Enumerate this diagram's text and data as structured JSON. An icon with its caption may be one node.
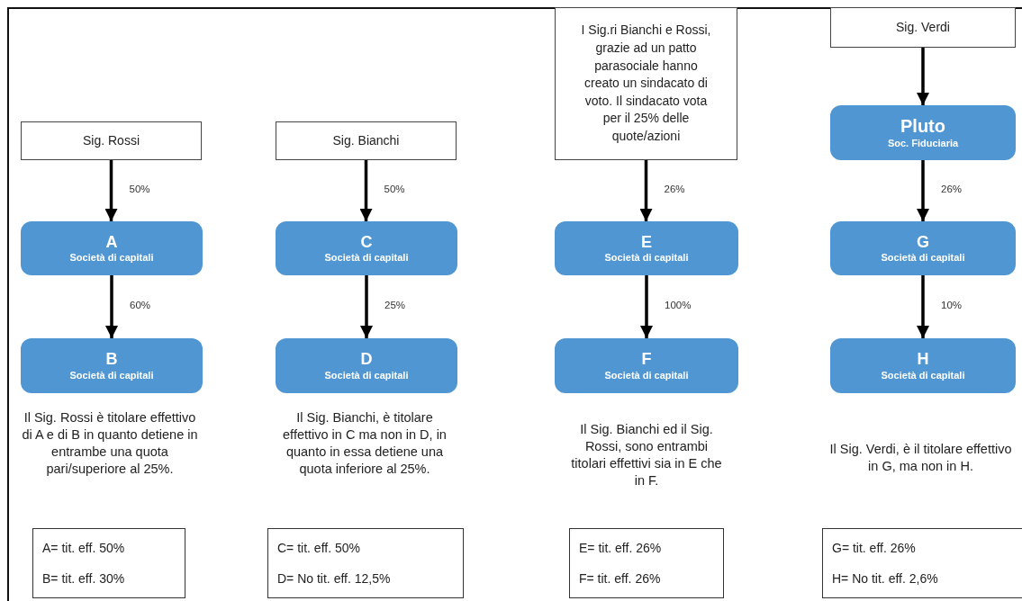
{
  "diagram": {
    "nodes": [
      {
        "text": [
          "Sig. Rossi"
        ]
      },
      {
        "text": [
          "A",
          "Società di capitali"
        ]
      },
      {
        "text": [
          "B",
          "Società di capitali"
        ]
      },
      {
        "text": [
          "Sig. Bianchi"
        ]
      },
      {
        "text": [
          "C",
          "Società di capitali"
        ]
      },
      {
        "text": [
          "D",
          "Società di capitali"
        ]
      },
      {
        "text": [
          "I Sig.ri Bianchi e Rossi, grazie ad un patto parasociale hanno creato un sindacato di voto. Il sindacato vota per il 25% delle quote/azioni"
        ]
      },
      {
        "text": [
          "E",
          "Società di capitali"
        ]
      },
      {
        "text": [
          "F",
          "Società di capitali"
        ]
      },
      {
        "text": [
          "Sig. Verdi"
        ]
      },
      {
        "text": [
          "Pluto",
          "Soc. Fiduciaria"
        ]
      },
      {
        "text": [
          "G",
          "Società di capitali"
        ]
      },
      {
        "text": [
          "H",
          "Società di capitali"
        ]
      },
      {
        "text": [
          "A= tit. eff. 50%",
          "B= tit. eff. 30%"
        ]
      },
      {
        "text": [
          "C= tit. eff. 50%",
          "D= No tit. eff. 12,5%"
        ]
      },
      {
        "text": [
          "E= tit. eff. 26%",
          "F= tit. eff. 26%"
        ]
      },
      {
        "text": [
          "G= tit. eff. 26%",
          "H= No tit. eff. 2,6%"
        ]
      }
    ],
    "edges": [
      {
        "from": 0,
        "to": 1,
        "arrow": "to",
        "label": "50%"
      },
      {
        "from": 1,
        "to": 2,
        "arrow": "to",
        "label": "60%"
      },
      {
        "from": 3,
        "to": 4,
        "arrow": "to",
        "label": "50%"
      },
      {
        "from": 4,
        "to": 5,
        "arrow": "to",
        "label": "25%"
      },
      {
        "from": 6,
        "to": 7,
        "arrow": "to",
        "label": "26%"
      },
      {
        "from": 7,
        "to": 8,
        "arrow": "to",
        "label": "100%"
      },
      {
        "from": 9,
        "to": 10,
        "arrow": "to"
      },
      {
        "from": 10,
        "to": 11,
        "arrow": "to",
        "label": "26%"
      },
      {
        "from": 11,
        "to": 12,
        "arrow": "to",
        "label": "10%"
      }
    ],
    "labels": [
      "Il Sig. Rossi è titolare effettivo di A e di B in quanto detiene in entrambe una quota pari/superiore al 25%.",
      "Il Sig. Bianchi, è titolare effettivo in C ma non in D, in quanto in essa detiene una quota inferiore al 25%.",
      "Il Sig. Bianchi ed il Sig. Rossi, sono entrambi titolari effettivi sia in E che in F.",
      "Il Sig. Verdi, è il titolare effettivo in G, ma non in H."
    ]
  }
}
